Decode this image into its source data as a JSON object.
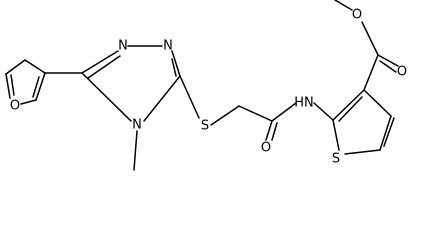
{
  "structure": {
    "atoms": {
      "furan_oxygen": "O",
      "triazole_n1": "N",
      "triazole_n2": "N",
      "triazole_n4": "N",
      "thioether_sulfur": "S",
      "amide_oxygen": "O",
      "amide_nh": "HN",
      "ester_carbonyl_oxygen": "O",
      "ester_ether_oxygen": "O",
      "thiophene_sulfur": "S"
    }
  }
}
